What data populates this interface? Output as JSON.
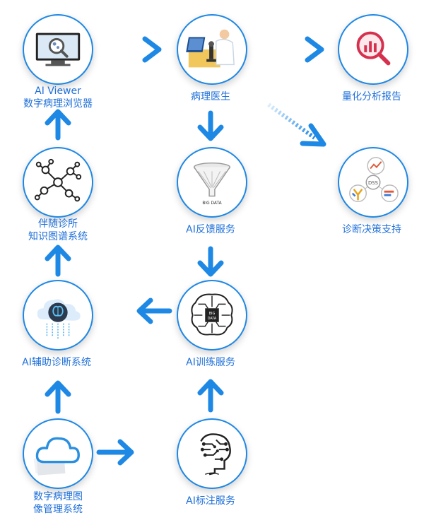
{
  "colors": {
    "accent": "#1e88e5",
    "text": "#1e6fd9"
  },
  "nodes": {
    "ai_viewer": {
      "line1": "AI Viewer",
      "line2": "数字病理浏览器",
      "icon": "monitor-magnifier-icon"
    },
    "pathologist": {
      "line1": "病理医生",
      "icon": "pathologist-microscope-icon"
    },
    "quant_report": {
      "line1": "量化分析报告",
      "icon": "chart-magnifier-icon"
    },
    "knowledge_graph": {
      "line1": "伴随诊所",
      "line2": "知识图谱系统",
      "icon": "network-graph-icon"
    },
    "feedback": {
      "line1": "AI反馈服务",
      "icon": "funnel-icon",
      "icon_text": "BIG DATA"
    },
    "decision_support": {
      "line1": "诊断决策支持",
      "icon": "dss-icon",
      "icon_text": "DSS"
    },
    "aux_diagnosis": {
      "line1": "AI辅助诊断系统",
      "icon": "cloud-brain-icon"
    },
    "training": {
      "line1": "AI训练服务",
      "icon": "circuit-brain-icon",
      "icon_text1": "BIG",
      "icon_text2": "DATA"
    },
    "image_mgmt": {
      "line1": "数字病理图",
      "line2": "像管理系统",
      "icon": "cloud-icon"
    },
    "labeling": {
      "line1": "AI标注服务",
      "icon": "circuit-head-icon"
    }
  }
}
